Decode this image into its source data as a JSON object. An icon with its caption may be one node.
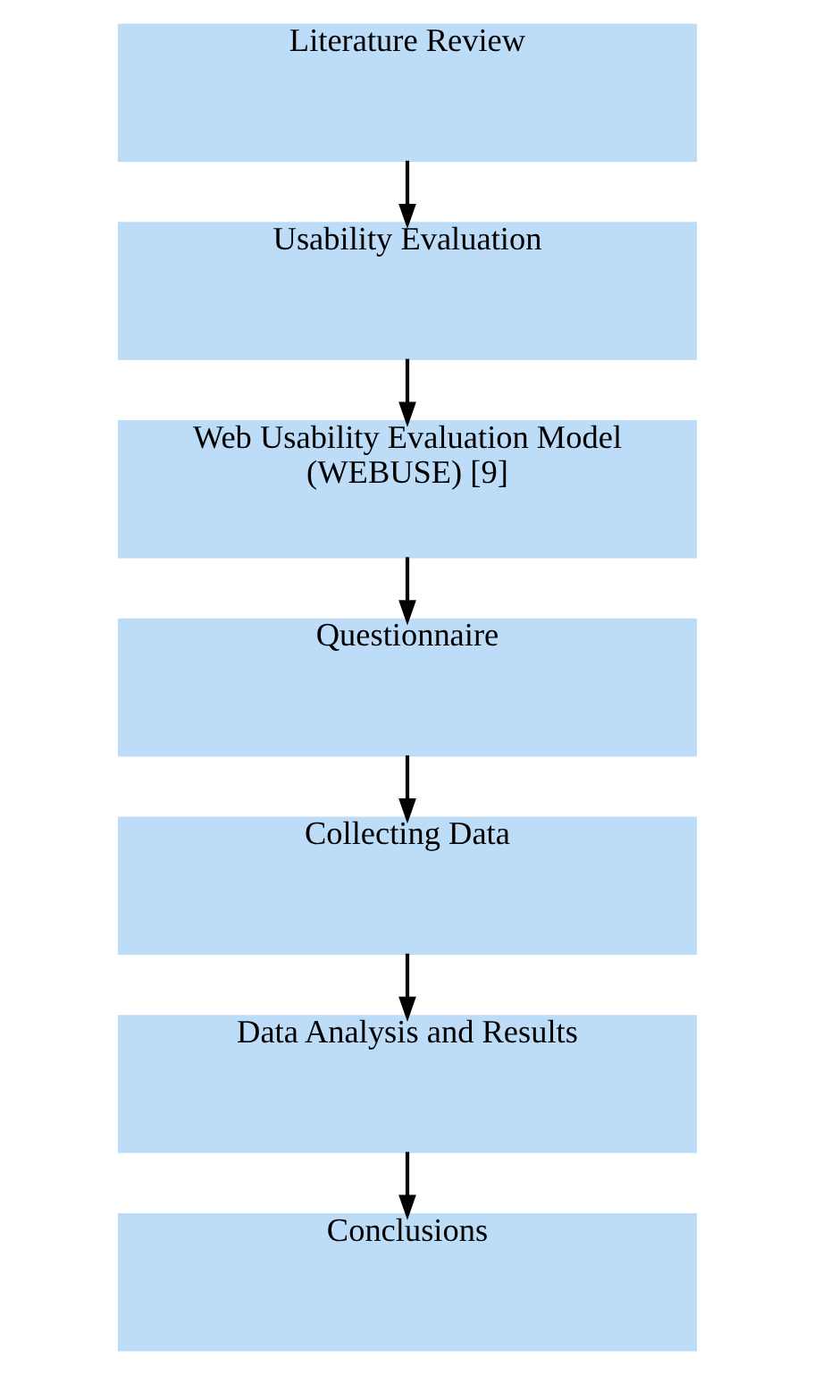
{
  "diagram": {
    "nodes": [
      {
        "text": [
          "Literature Review"
        ]
      },
      {
        "text": [
          "Usability Evaluation"
        ]
      },
      {
        "text": [
          "Web Usability Evaluation Model (WEBUSE) [9]"
        ]
      },
      {
        "text": [
          "Questionnaire"
        ]
      },
      {
        "text": [
          "Collecting Data"
        ]
      },
      {
        "text": [
          "Data Analysis and Results"
        ]
      },
      {
        "text": [
          "Conclusions"
        ]
      }
    ],
    "edges": [
      {
        "from": 0,
        "to": 1,
        "arrow": "to"
      },
      {
        "from": 1,
        "to": 2,
        "arrow": "to"
      },
      {
        "from": 2,
        "to": 3,
        "arrow": "to"
      },
      {
        "from": 3,
        "to": 4,
        "arrow": "to"
      },
      {
        "from": 4,
        "to": 5,
        "arrow": "to"
      },
      {
        "from": 5,
        "to": 6,
        "arrow": "to"
      }
    ]
  }
}
